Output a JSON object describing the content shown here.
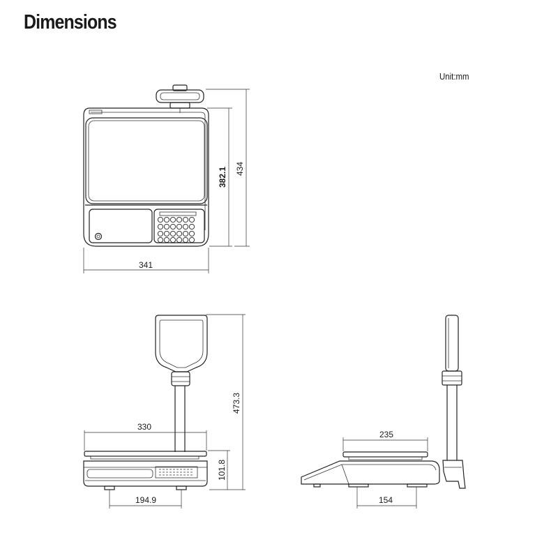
{
  "heading": "Dimensions",
  "unit_note": "Unit:mm",
  "views": {
    "top": {
      "width": "341",
      "display_depth": "382.1",
      "total_depth": "434"
    },
    "front": {
      "platter_width": "330",
      "total_height": "473.3",
      "base_height": "101.8",
      "feet_span": "194.9"
    },
    "side": {
      "platter_depth": "235",
      "feet_span": "154"
    }
  },
  "colors": {
    "line": "#222222",
    "background": "#ffffff"
  }
}
